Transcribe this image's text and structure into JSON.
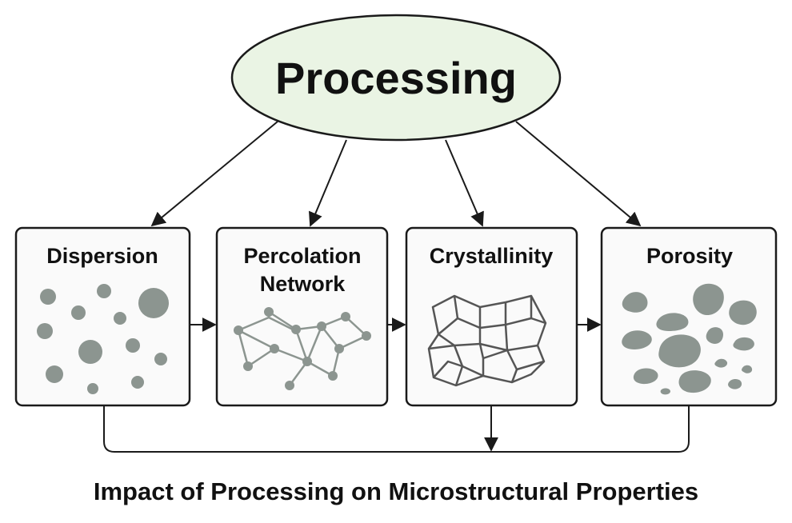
{
  "root": {
    "label": "Processing",
    "fill": "#eaf4e4"
  },
  "boxes": [
    {
      "id": "dispersion",
      "label_lines": [
        "Dispersion"
      ]
    },
    {
      "id": "percolation",
      "label_lines": [
        "Percolation",
        "Network"
      ]
    },
    {
      "id": "crystallinity",
      "label_lines": [
        "Crystallinity"
      ]
    },
    {
      "id": "porosity",
      "label_lines": [
        "Porosity"
      ]
    }
  ],
  "caption": "Impact of Processing on Microstructural Properties",
  "colors": {
    "stroke": "#1a1a1a",
    "particle": "#8c9590",
    "box_fill": "#fafafa"
  }
}
